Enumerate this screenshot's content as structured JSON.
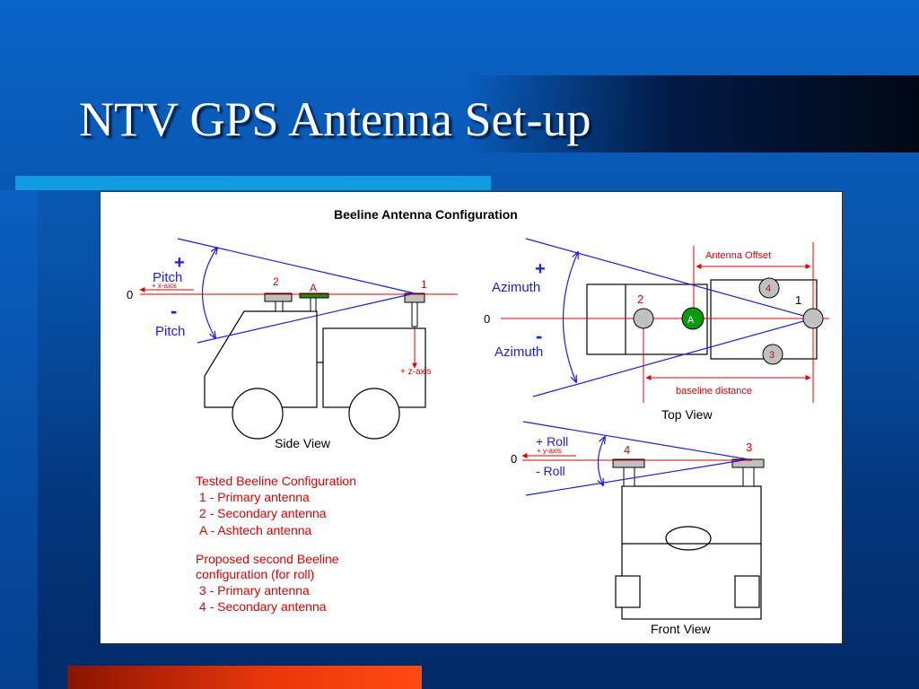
{
  "slide": {
    "title": "NTV GPS Antenna Set-up"
  },
  "diagram": {
    "title": "Beeline Antenna Configuration",
    "side_view": {
      "caption": "Side View",
      "plus": "+",
      "minus": "-",
      "pitch_upper": "Pitch",
      "pitch_lower": "Pitch",
      "zero": "0",
      "x_axis": "+ x-axis",
      "z_axis": "+ z-axis",
      "antenna_2": "2",
      "antenna_a": "A",
      "antenna_1": "1"
    },
    "top_view": {
      "caption": "Top View",
      "plus": "+",
      "minus": "-",
      "azimuth_upper": "Azimuth",
      "azimuth_lower": "Azimuth",
      "zero": "0",
      "antenna_offset": "Antenna Offset",
      "baseline_distance": "baseline distance",
      "antenna_1": "1",
      "antenna_2": "2",
      "antenna_3": "3",
      "antenna_4": "4",
      "antenna_a": "A"
    },
    "front_view": {
      "caption": "Front View",
      "plus_roll": "+ Roll",
      "minus_roll": "- Roll",
      "zero": "0",
      "y_axis": "+ y-axis",
      "antenna_3": "3",
      "antenna_4": "4"
    },
    "legend": {
      "tested_heading": "Tested Beeline Configuration",
      "tested_items": [
        " 1 - Primary antenna",
        " 2 - Secondary antenna",
        "A - Ashtech antenna"
      ],
      "proposed_heading_line1": "Proposed second Beeline",
      "proposed_heading_line2": "configuration (for roll)",
      "proposed_items": [
        " 3 - Primary antenna",
        " 4 - Secondary antenna"
      ]
    }
  },
  "colors": {
    "blue_line": "#1a1aff",
    "red_line": "#e00000",
    "antenna_grey": "#c0c0c0",
    "ashtech_green": "#0a9a0a"
  }
}
